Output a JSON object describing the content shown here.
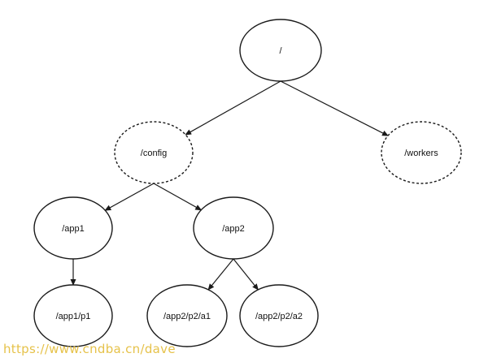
{
  "diagram": {
    "nodes": [
      {
        "id": "root",
        "label": "/",
        "style": "solid"
      },
      {
        "id": "config",
        "label": "/config",
        "style": "dashed"
      },
      {
        "id": "workers",
        "label": "/workers",
        "style": "dashed"
      },
      {
        "id": "app1",
        "label": "/app1",
        "style": "solid"
      },
      {
        "id": "app2",
        "label": "/app2",
        "style": "solid"
      },
      {
        "id": "app1-p1",
        "label": "/app1/p1",
        "style": "solid"
      },
      {
        "id": "app2-p2-a1",
        "label": "/app2/p2/a1",
        "style": "solid"
      },
      {
        "id": "app2-p2-a2",
        "label": "/app2/p2/a2",
        "style": "solid"
      }
    ],
    "edges": [
      {
        "from": "root",
        "to": "config"
      },
      {
        "from": "root",
        "to": "workers"
      },
      {
        "from": "config",
        "to": "app1"
      },
      {
        "from": "config",
        "to": "app2"
      },
      {
        "from": "app1",
        "to": "app1-p1"
      },
      {
        "from": "app2",
        "to": "app2-p2-a1"
      },
      {
        "from": "app2",
        "to": "app2-p2-a2"
      }
    ]
  },
  "watermark": {
    "text": "https://www.cndba.cn/dave",
    "color": "#e6c24a"
  },
  "colors": {
    "stroke": "#1a1a1a",
    "background": "#ffffff"
  }
}
